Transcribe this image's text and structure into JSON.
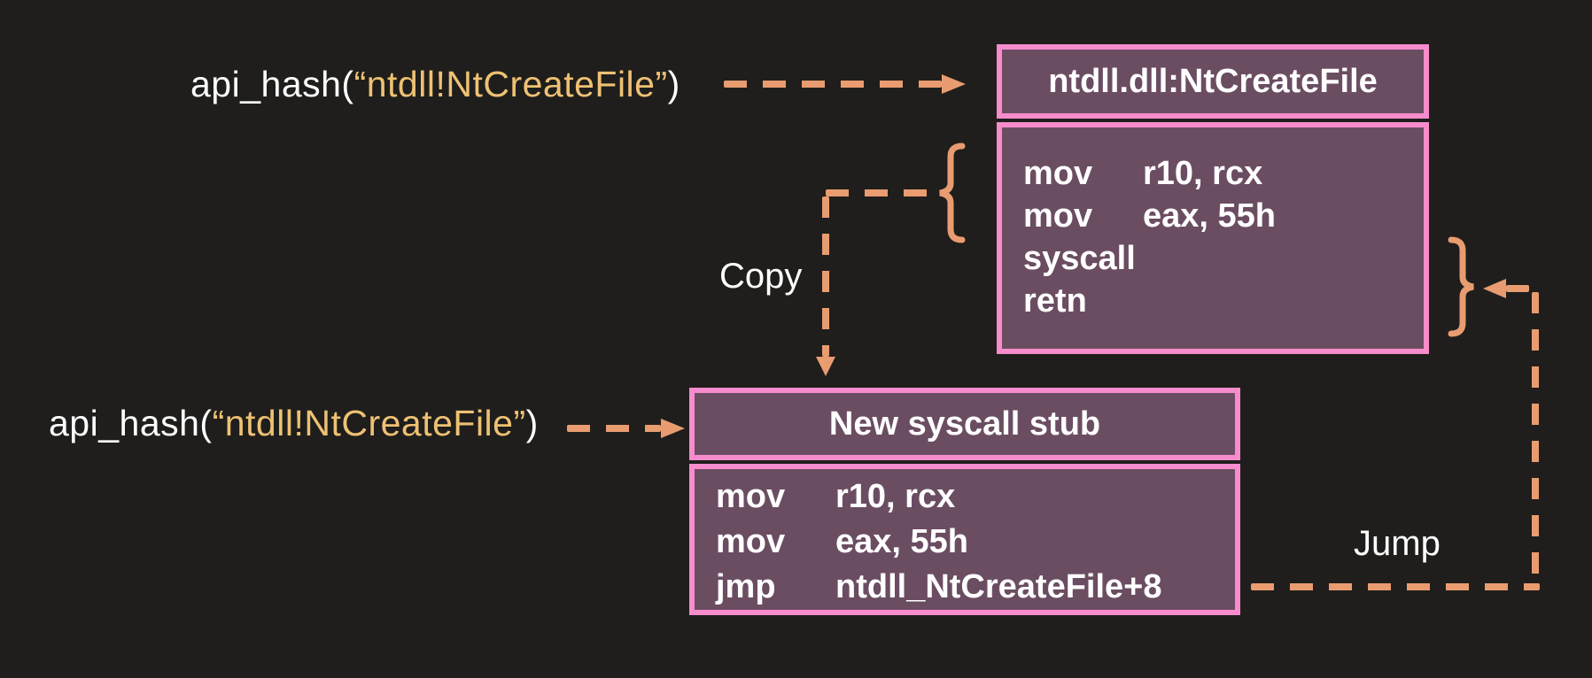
{
  "diagram": {
    "description_visible_text_only": true,
    "colors": {
      "background": "#1f1e1c",
      "box_border": "#f78ccd",
      "box_fill": "#6b4d62",
      "arrow": "#e99c70",
      "string_text": "#eec173",
      "text": "#ffffff"
    },
    "hash_calls": {
      "top": {
        "prefix": "api_hash(",
        "string": "“ntdll!NtCreateFile”",
        "suffix": ")"
      },
      "bottom": {
        "prefix": "api_hash(",
        "string": "“ntdll!NtCreateFile”",
        "suffix": ")"
      }
    },
    "labels": {
      "copy": "Copy",
      "jump": "Jump"
    },
    "boxes": {
      "ntdll": {
        "title": "ntdll.dll:NtCreateFile",
        "instructions": [
          {
            "mnemonic": "mov",
            "operands": "r10, rcx"
          },
          {
            "mnemonic": "mov",
            "operands": "eax, 55h"
          },
          {
            "mnemonic": "syscall",
            "operands": ""
          },
          {
            "mnemonic": "retn",
            "operands": ""
          }
        ]
      },
      "stub": {
        "title": "New syscall stub",
        "instructions": [
          {
            "mnemonic": "mov",
            "operands": "r10, rcx"
          },
          {
            "mnemonic": "mov",
            "operands": "eax, 55h"
          },
          {
            "mnemonic": "jmp",
            "operands": "ntdll_NtCreateFile+8"
          }
        ]
      }
    }
  }
}
